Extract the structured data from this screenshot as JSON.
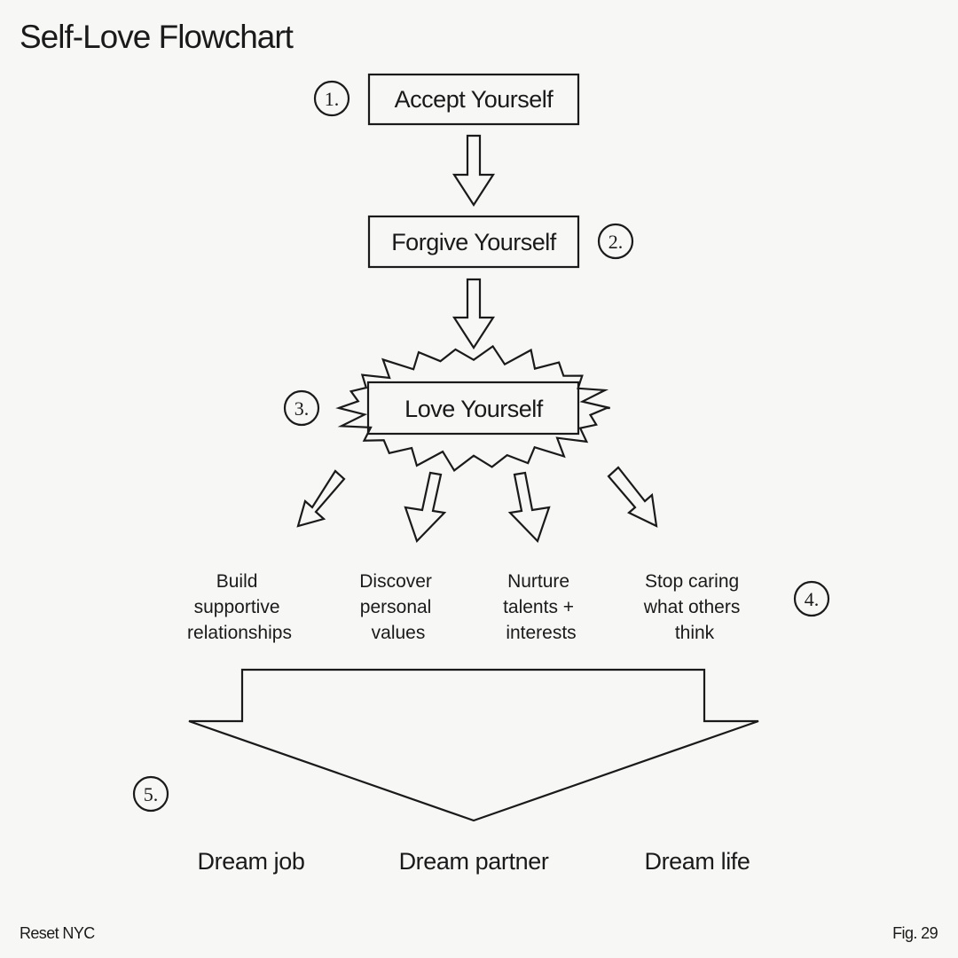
{
  "title": "Self-Love Flowchart",
  "steps": {
    "one": {
      "number": "1.",
      "label": "Accept Yourself"
    },
    "two": {
      "number": "2.",
      "label": "Forgive Yourself"
    },
    "three": {
      "number": "3.",
      "label": "Love Yourself"
    },
    "four": {
      "number": "4."
    },
    "five": {
      "number": "5."
    }
  },
  "branches": [
    {
      "lines": [
        "Build",
        "supportive",
        "relationships"
      ]
    },
    {
      "lines": [
        "Discover",
        "personal",
        "values"
      ]
    },
    {
      "lines": [
        "Nurture",
        "talents +",
        "interests"
      ]
    },
    {
      "lines": [
        "Stop caring",
        "what others",
        "think"
      ]
    }
  ],
  "outcomes": [
    "Dream job",
    "Dream partner",
    "Dream life"
  ],
  "footer": {
    "left": "Reset NYC",
    "right": "Fig. 29"
  }
}
